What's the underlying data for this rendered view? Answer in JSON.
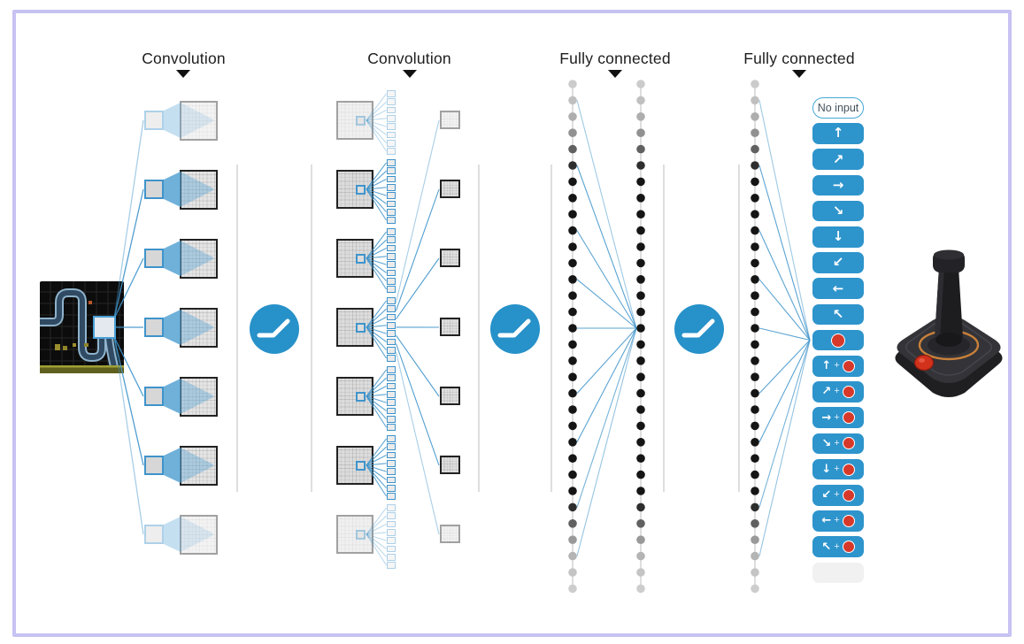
{
  "frame": {
    "border_color": "#c6c3f2"
  },
  "diagram": {
    "stage_labels": [
      {
        "id": "conv1",
        "label": "Convolution"
      },
      {
        "id": "conv2",
        "label": "Convolution"
      },
      {
        "id": "fc1",
        "label": "Fully connected"
      },
      {
        "id": "fc2",
        "label": "Fully connected"
      }
    ],
    "input_screen": {
      "name": "atari-game-frame"
    },
    "layers": {
      "conv1": {
        "rows": 7,
        "faded_rows": [
          1,
          7
        ]
      },
      "conv2": {
        "rows": 7,
        "kernels_per_row": 8,
        "output_maps": 7,
        "faded_rows": [
          1,
          7
        ]
      },
      "fully_connected": {
        "columns": 3,
        "dots_per_column": 32
      },
      "relu_units": 3
    },
    "actions": {
      "plus_sign": "+",
      "buttons": [
        {
          "id": "no-input",
          "kind": "none",
          "label": "No input"
        },
        {
          "id": "up",
          "kind": "move",
          "glyph": "↑"
        },
        {
          "id": "up-right",
          "kind": "move",
          "glyph": "↗"
        },
        {
          "id": "right",
          "kind": "move",
          "glyph": "→"
        },
        {
          "id": "down-right",
          "kind": "move",
          "glyph": "↘"
        },
        {
          "id": "down",
          "kind": "move",
          "glyph": "↓"
        },
        {
          "id": "down-left",
          "kind": "move",
          "glyph": "↙"
        },
        {
          "id": "left",
          "kind": "move",
          "glyph": "←"
        },
        {
          "id": "up-left",
          "kind": "move",
          "glyph": "↖"
        },
        {
          "id": "fire",
          "kind": "fire"
        },
        {
          "id": "up-fire",
          "kind": "move-fire",
          "glyph": "↑"
        },
        {
          "id": "up-right-fire",
          "kind": "move-fire",
          "glyph": "↗"
        },
        {
          "id": "right-fire",
          "kind": "move-fire",
          "glyph": "→"
        },
        {
          "id": "down-right-fire",
          "kind": "move-fire",
          "glyph": "↘"
        },
        {
          "id": "down-fire",
          "kind": "move-fire",
          "glyph": "↓"
        },
        {
          "id": "down-left-fire",
          "kind": "move-fire",
          "glyph": "↙"
        },
        {
          "id": "left-fire",
          "kind": "move-fire",
          "glyph": "←"
        },
        {
          "id": "up-left-fire",
          "kind": "move-fire",
          "glyph": "↖"
        }
      ]
    },
    "colors": {
      "accent_blue": "#2e94cc",
      "line_blue": "#3f94cb",
      "relu_blue": "#2791c9",
      "fire_red": "#d6392a",
      "frame_purple": "#c6c3f2",
      "divider_gray": "#cfcfcf"
    }
  }
}
